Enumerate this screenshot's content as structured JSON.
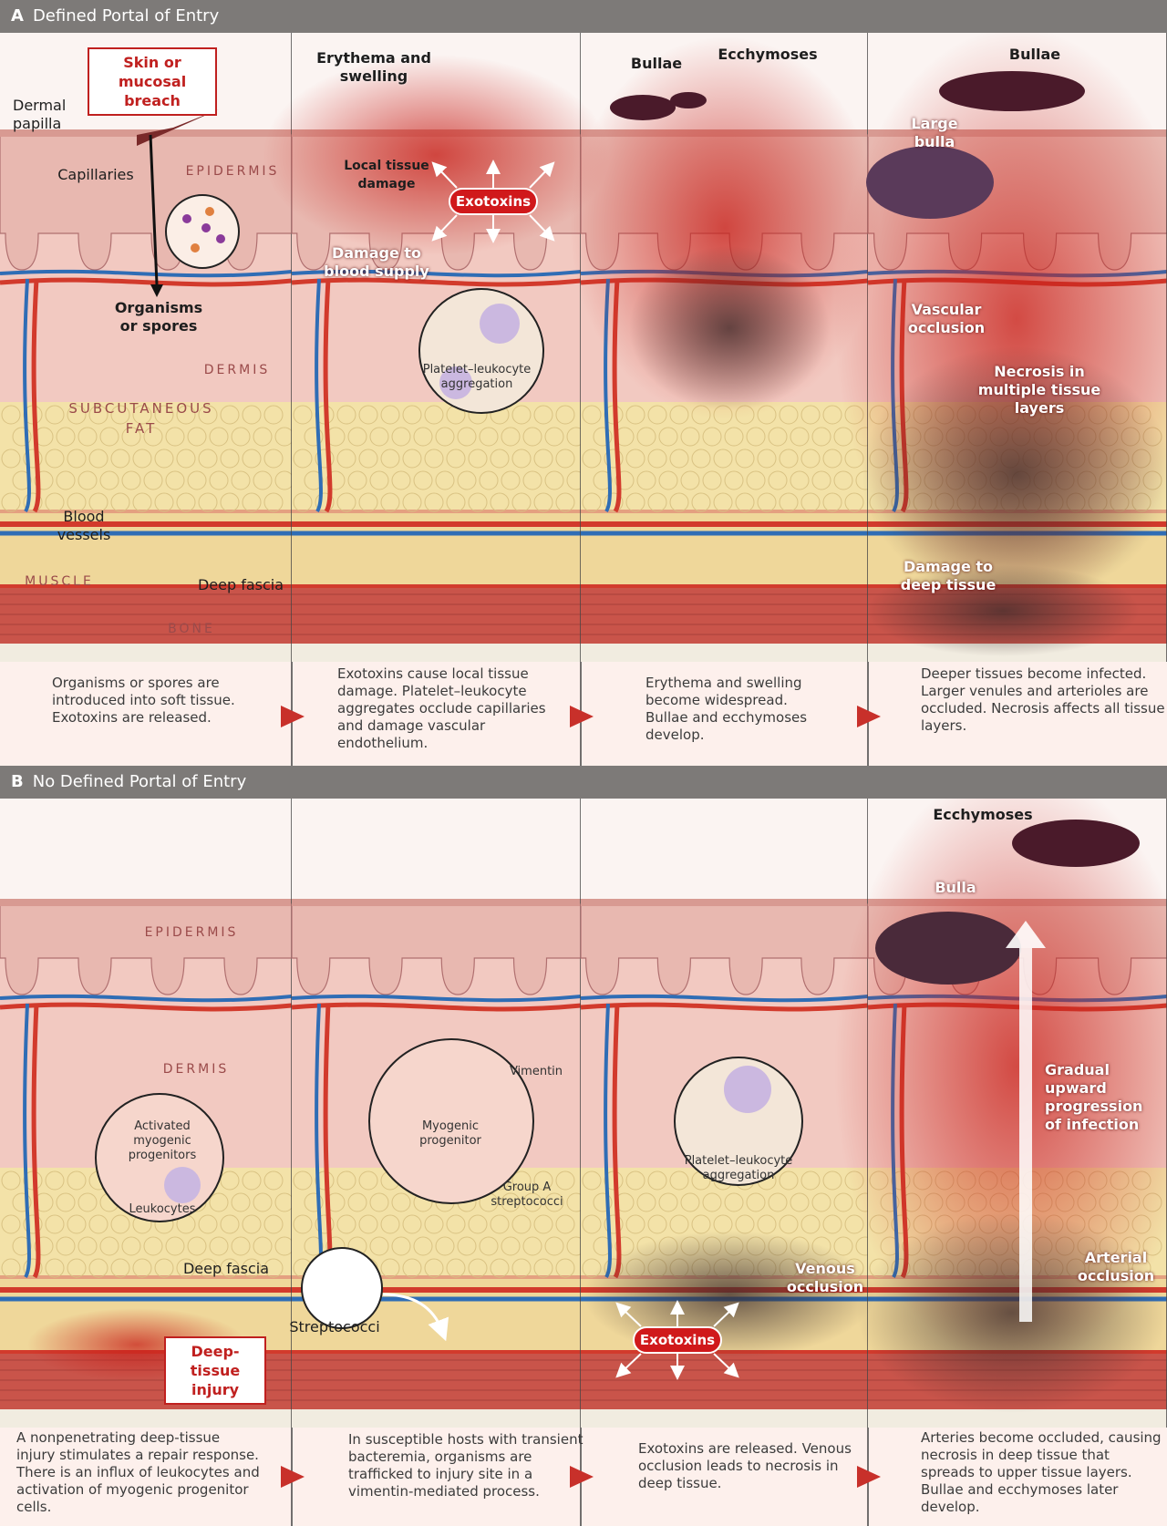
{
  "colors": {
    "epidermis": "#e8b8b0",
    "dermis": "#f2c9c1",
    "fat": "#f3e2a8",
    "muscle": "#c9544a",
    "bone": "#f1ece0",
    "artery": "#d23a2c",
    "vein": "#2f6db5",
    "label_red": "#c0201f",
    "header_bg": "#7d7a78"
  },
  "panel_a": {
    "header_letter": "A",
    "header_title": "Defined Portal of Entry",
    "stage1": {
      "breach_label": "Skin or mucosal breach",
      "dermal_papilla": "Dermal papilla",
      "capillaries": "Capillaries",
      "epidermis": "EPIDERMIS",
      "organisms": "Organisms or spores",
      "dermis": "DERMIS",
      "subcutaneous_fat": "SUBCUTANEOUS FAT",
      "blood_vessels": "Blood vessels",
      "muscle": "MUSCLE",
      "deep_fascia": "Deep fascia",
      "bone": "BONE",
      "caption": "Organisms or spores are introduced into soft tissue. Exotoxins are released."
    },
    "stage2": {
      "erythema": "Erythema and swelling",
      "local_damage": "Local tissue damage",
      "exotoxins": "Exotoxins",
      "blood_supply": "Damage to blood supply",
      "platelet": "Platelet–leukocyte aggregation",
      "caption": "Exotoxins cause local tissue damage. Platelet–leukocyte aggregates occlude capillaries and damage vascular endothelium."
    },
    "stage3": {
      "bullae": "Bullae",
      "ecchymoses": "Ecchymoses",
      "caption": "Erythema and swelling become widespread. Bullae and ecchymoses develop."
    },
    "stage4": {
      "bullae": "Bullae",
      "large_bulla": "Large bulla",
      "vascular_occlusion": "Vascular occlusion",
      "necrosis": "Necrosis in multiple tissue layers",
      "deep_damage": "Damage to deep tissue",
      "caption": "Deeper tissues become infected. Larger venules and arterioles are occluded. Necrosis affects all tissue layers."
    }
  },
  "panel_b": {
    "header_letter": "B",
    "header_title": "No Defined Portal of Entry",
    "stage1": {
      "epidermis": "EPIDERMIS",
      "dermis": "DERMIS",
      "activated": "Activated myogenic progenitors",
      "leukocytes": "Leukocytes",
      "deep_fascia": "Deep fascia",
      "injury": "Deep-tissue injury",
      "caption": "A nonpenetrating deep-tissue injury stimulates a repair response. There is an influx of leukocytes and activation of myogenic progenitor cells."
    },
    "stage2": {
      "vimentin": "Vimentin",
      "myogenic": "Myogenic progenitor",
      "group_a": "Group A streptococci",
      "streptococci": "Streptococci",
      "caption": "In susceptible hosts with transient bacteremia, organisms are trafficked to injury site in a vimentin-mediated process."
    },
    "stage3": {
      "platelet": "Platelet–leukocyte aggregation",
      "venous": "Venous occlusion",
      "exotoxins": "Exotoxins",
      "caption": "Exotoxins are released. Venous occlusion leads to necrosis in deep tissue."
    },
    "stage4": {
      "ecchymoses": "Ecchymoses",
      "bulla": "Bulla",
      "progression": "Gradual upward progression of infection",
      "arterial": "Arterial occlusion",
      "caption": "Arteries become occluded, causing necrosis in deep tissue that spreads to upper tissue layers. Bullae and ecchymoses later develop."
    }
  }
}
